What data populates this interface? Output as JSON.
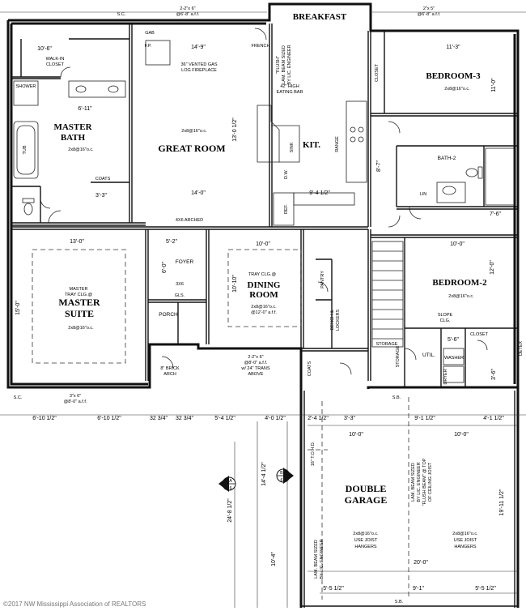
{
  "rooms": {
    "breakfast": "BREAKFAST",
    "bedroom3": "BEDROOM-3",
    "master_bath_1": "MASTER",
    "master_bath_2": "BATH",
    "great_room": "GREAT ROOM",
    "kitchen": "KIT.",
    "bath2": "BATH-2",
    "master_suite_1": "MASTER",
    "master_suite_2": "SUITE",
    "dining_1": "DINING",
    "dining_2": "ROOM",
    "bedroom2": "BEDROOM-2",
    "garage_1": "DOUBLE",
    "garage_2": "GARAGE",
    "foyer": "FOYER",
    "porch": "PORCH",
    "pantry": "PANTRY",
    "coats": "COATS",
    "coats2": "COATS",
    "storage": "STORAGE",
    "storage2": "STORAGE",
    "util": "UTIL.",
    "closet": "CLOSET",
    "closet2": "CLOSET",
    "walkin_1": "WALK-IN",
    "walkin_2": "CLOSET",
    "shower": "SHOWER",
    "tub": "TUB",
    "washer": "WASHER",
    "dryer": "DRYER",
    "bench_1": "BENCH &",
    "bench_2": "LOCKERS",
    "range": "RANGE",
    "ref": "REF.",
    "dw": "D.W.",
    "sink": "SINK",
    "lin": "LIN"
  },
  "notes": {
    "fireplace_1": "36\" VENTED GAS",
    "fireplace_2": "LOG FIREPLACE",
    "eating_1": "42\" HIGH",
    "eating_2": "EATING BAR",
    "flush_1": "\"FLUSH\"",
    "flush_2": "LAM. BEAM SIZED",
    "flush_3": "BY LIC. ENGINEER",
    "tray_suite_1": "TRAY CLG.@",
    "tray_suite_2": "MASTER",
    "tray_dining_1": "TRAY CLG.@",
    "arched": "4X6 ARCHED",
    "trans_1": "2-2\"x 6\"",
    "trans_2": "@8'-0\" a.f.f.",
    "trans_3": "w/ 24\" TRANS",
    "trans_4": "ABOVE",
    "brick_1": "8\" BRICK",
    "brick_2": "ARCH",
    "slope_1": "SLOPE",
    "slope_2": "CLG.",
    "beam_left_1": "LAM. BEAM SIZED",
    "beam_left_2": "BY LIC. ENGINEER",
    "beam_right_1": "LAM. BEAM SIZED",
    "beam_right_2": "BY LIC. ENGINEER",
    "beam_right_3": "\"FLUSH BEAM\" @ TOP",
    "beam_right_4": "OF CEILING JOIST",
    "joist_left_1": "2x8@16\"o.c.",
    "joist_left_2": "USE JOIST",
    "joist_left_3": "HANGERS",
    "joist_right_1": "2x8@16\"o.c.",
    "joist_right_2": "USE JOIST",
    "joist_right_3": "HANGERS",
    "to_hd": "16\" T.O.H.D.",
    "header_top_1": "2-2\"x 6\"",
    "header_top_2": "@6'-8\" a.f.f.",
    "header_right_1": "2\"x 5\"",
    "header_right_2": "@6'-8\" a.f.f.",
    "header_bot_1": "3\"x 6\"",
    "header_bot_2": "@8'-0\" a.f.f.",
    "sc": "S.C.",
    "sb": "S.B.",
    "gab": "GAB",
    "fp": "F.P.",
    "french": "FRENCH",
    "detex": "DETEX",
    "three_x_six": "3X6",
    "glass": "GLS."
  },
  "specs": {
    "joist": "2x8@16\"o.c.",
    "joist_dining": "2x8@16\"o.c.",
    "ceil_dining": "@12'-0\" a.f.f."
  },
  "dims": {
    "d_10_6": "10'-6\"",
    "d_14_9": "14'-9\"",
    "d_11_3": "11'-3\"",
    "d_6_11": "6'-11\"",
    "d_14_0": "14'-0\"",
    "d_13_0": "13'-0\"",
    "d_10_0a": "10'-0\"",
    "d_10_0b": "10'-0\"",
    "d_10_0c": "10'-0\"",
    "d_10_0d": "10'-0\"",
    "d_7_6": "7'-6\"",
    "d_9_4h": "9'-4 1/2\"",
    "d_15_0": "15'-0\"",
    "d_12_0": "12'-0\"",
    "d_11_0": "11'-0\"",
    "d_10_10": "10'-10\"",
    "d_13_0v": "13'-0 1/2\"",
    "d_6_0": "6'-0\"",
    "d_3_3": "3'-3\"",
    "d_5_2": "5'-2\"",
    "d_8_7": "8'-7\"",
    "d_20_0": "20'-0\"",
    "d_19_11": "19'-11 1/2\"",
    "d_24_8": "24'-8 1/2\"",
    "d_10_4": "10'-4\"",
    "d_14_4": "14'-4 1/2\"",
    "d_9_1": "9'-1\"",
    "d_5_5a": "5'-5 1/2\"",
    "d_5_5b": "5'-5 1/2\"",
    "b_6_10a": "6'-10 1/2\"",
    "b_6_10b": "6'-10 1/2\"",
    "b_32a": "32 3/4\"",
    "b_32b": "32 3/4\"",
    "b_5_4": "5'-4 1/2\"",
    "b_4_0": "4'-0 1/2\"",
    "b_2_4": "2'-4 1/2\"",
    "b_3_3": "3'-3\"",
    "b_9_1": "9'-1 1/2\"",
    "b_4_1": "4'-1 1/2\"",
    "b_5_6": "5'-6\"",
    "b_3_6": "3'-6\""
  },
  "markers": {
    "a_top": "A",
    "a_bot": "6",
    "b_top": "B",
    "b_bot": "6"
  },
  "footer": "©2017 NW Mississippi Association of REALTORS"
}
